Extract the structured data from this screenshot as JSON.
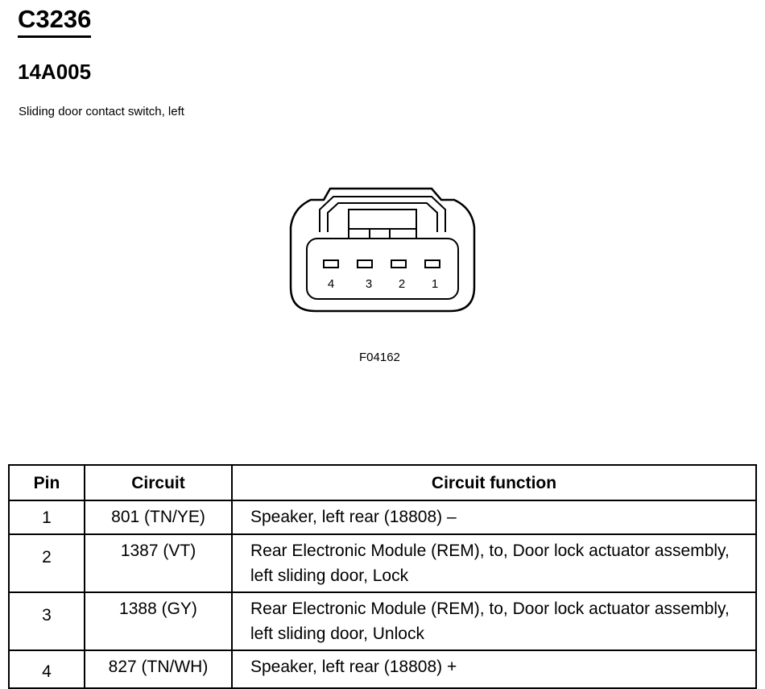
{
  "connector": {
    "id": "C3236",
    "part_number": "14A005",
    "description": "Sliding door contact switch, left",
    "pin_labels": [
      "4",
      "3",
      "2",
      "1"
    ],
    "figure_id": "F04162"
  },
  "table": {
    "headers": [
      "Pin",
      "Circuit",
      "Circuit function"
    ],
    "rows": [
      {
        "pin": "1",
        "circuit": "801 (TN/YE)",
        "function": "Speaker, left rear (18808) –"
      },
      {
        "pin": "2",
        "circuit": "1387 (VT)",
        "function": "Rear Electronic Module (REM), to, Door lock actuator assembly, left sliding door, Lock"
      },
      {
        "pin": "3",
        "circuit": "1388 (GY)",
        "function": "Rear Electronic Module (REM), to, Door lock actuator assembly, left sliding door, Unlock"
      },
      {
        "pin": "4",
        "circuit": "827 (TN/WH)",
        "function": "Speaker, left rear (18808) +"
      }
    ]
  }
}
